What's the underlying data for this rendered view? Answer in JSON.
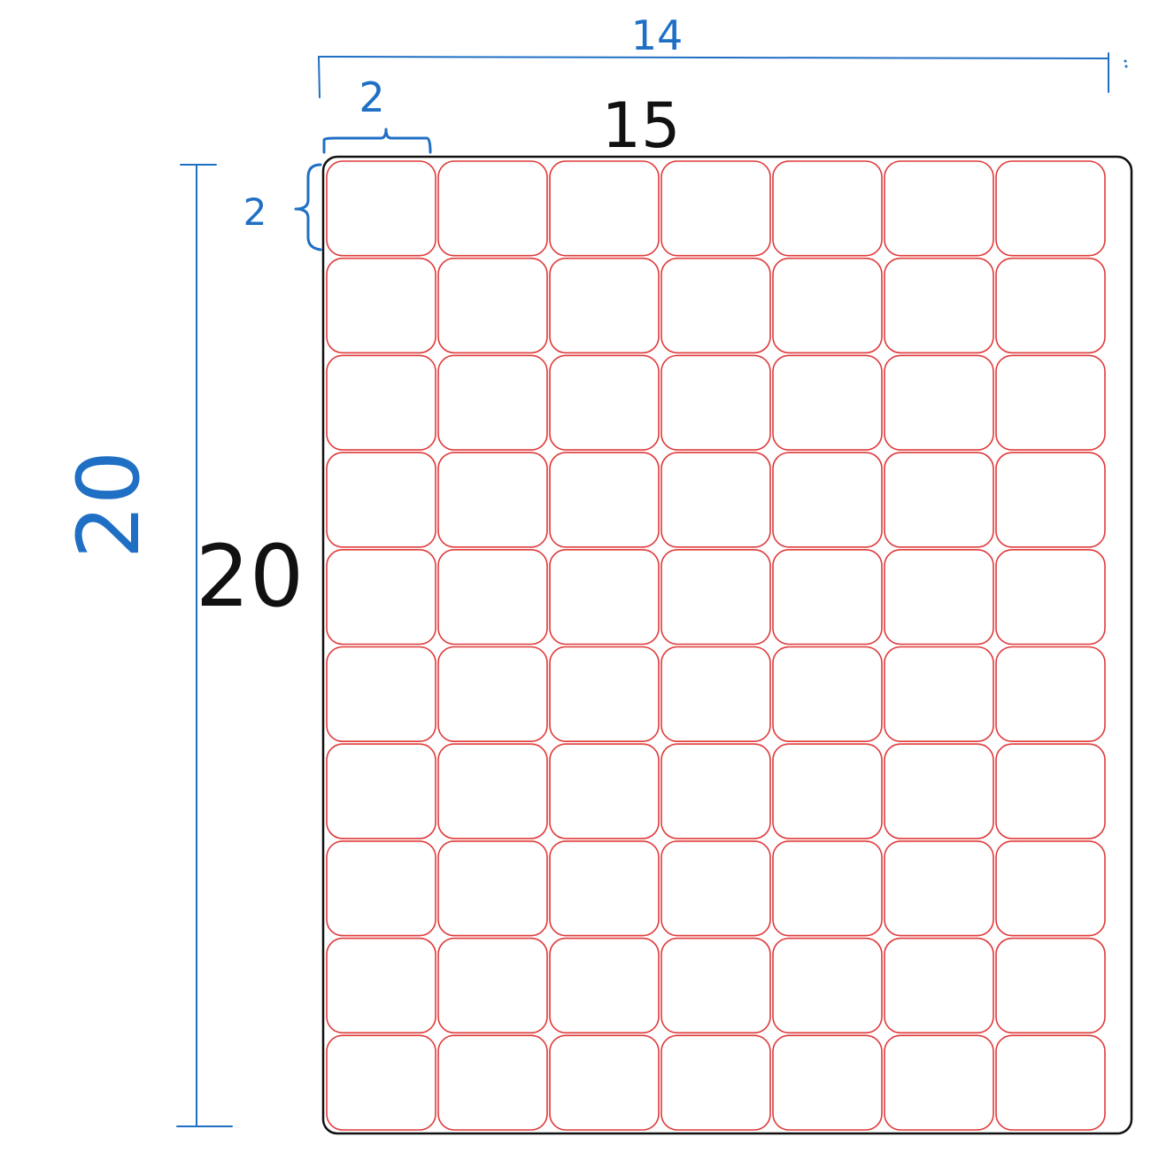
{
  "labels": {
    "outer_width": "14",
    "outer_height": "20",
    "sheet_width": "15",
    "sheet_height": "20",
    "cell_width": "2",
    "cell_height": "2"
  },
  "grid": {
    "columns": 7,
    "rows": 10
  },
  "colors": {
    "measure": "#1f6fc5",
    "sheet": "#111111",
    "cells": "#e03a3a",
    "background": "#ffffff"
  }
}
